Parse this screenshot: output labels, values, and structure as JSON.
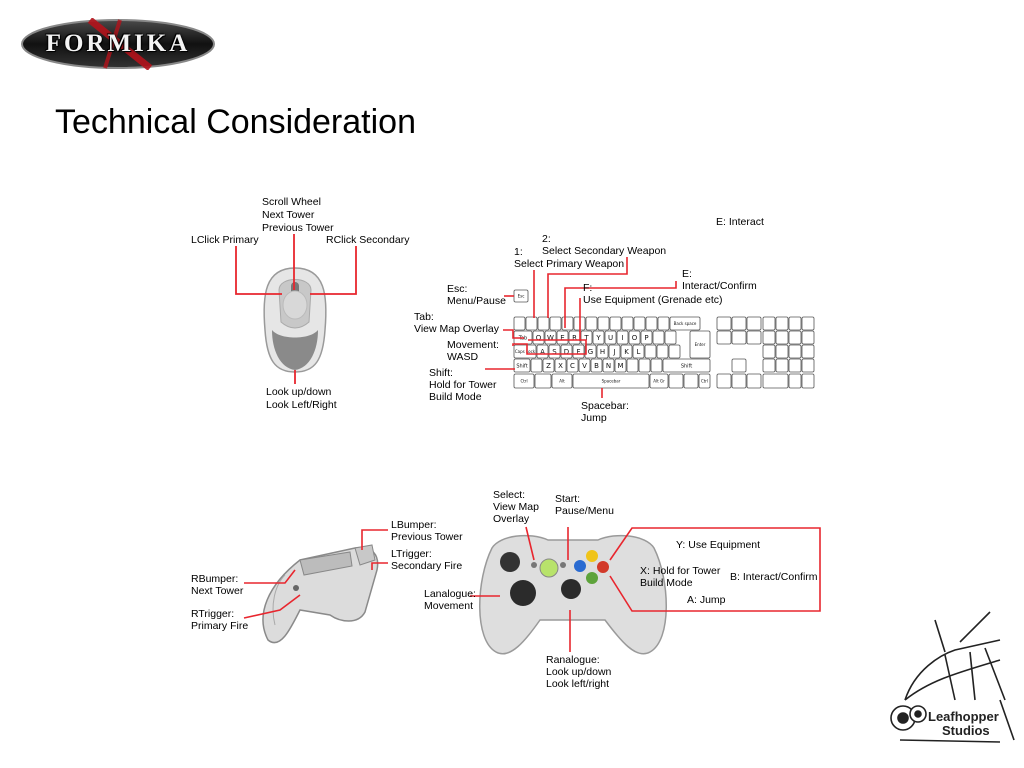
{
  "logo": {
    "text": "FORMIKA"
  },
  "title": "Technical Consideration",
  "mouse": {
    "scroll_wheel": "Scroll Wheel",
    "next_tower": "Next Tower",
    "previous_tower": "Previous Tower",
    "lclick": "LClick Primary",
    "rclick": "RClick Secondary",
    "look_updown": "Look up/down",
    "look_leftright": "Look Left/Right"
  },
  "keyboard": {
    "e_interact_top": "E: Interact",
    "k2_key": "2:",
    "k2_action": "Select Secondary Weapon",
    "k1_key": "1:",
    "k1_action": "Select Primary Weapon",
    "e_key": "E:",
    "e_action": "Interact/Confirm",
    "f_key": "F:",
    "f_action": "Use Equipment (Grenade etc)",
    "esc_key": "Esc:",
    "esc_action": "Menu/Pause",
    "tab_key": "Tab:",
    "tab_action": "View Map Overlay",
    "move_key": "Movement:",
    "move_action": "WASD",
    "shift_key": "Shift:",
    "shift_action1": "Hold for Tower",
    "shift_action2": "Build Mode",
    "space_key": "Spacebar:",
    "space_action": "Jump",
    "keycaps": {
      "row2": [
        "Q",
        "W",
        "E",
        "R",
        "T",
        "Y",
        "U",
        "I",
        "O",
        "P"
      ],
      "row3": [
        "A",
        "S",
        "D",
        "F",
        "G",
        "H",
        "J",
        "K",
        "L"
      ],
      "row4": [
        "Z",
        "X",
        "C",
        "V",
        "B",
        "N",
        "M"
      ],
      "tab": "Tab",
      "caps": "Caps Lock",
      "shift": "Shift",
      "ctrl": "Ctrl",
      "alt": "Alt",
      "spacebar": "Spacebar",
      "altgr": "Alt Gr",
      "esc": "Esc",
      "backspace": "Back space",
      "enter": "Enter"
    }
  },
  "controller_side": {
    "lbumper_key": "LBumper:",
    "lbumper_action": "Previous Tower",
    "ltrigger_key": "LTrigger:",
    "ltrigger_action": "Secondary Fire",
    "rbumper_key": "RBumper:",
    "rbumper_action": "Next Tower",
    "rtrigger_key": "RTrigger:",
    "rtrigger_action": "Primary Fire"
  },
  "controller_front": {
    "select_key": "Select:",
    "select_action1": "View Map",
    "select_action2": "Overlay",
    "start_key": "Start:",
    "start_action": "Pause/Menu",
    "lanalogue_key": "Lanalogue:",
    "lanalogue_action": "Movement",
    "ranalogue_key": "Ranalogue:",
    "ranalogue_action1": "Look up/down",
    "ranalogue_action2": "Look left/right",
    "y_label": "Y: Use Equipment",
    "x_label1": "X: Hold for Tower",
    "x_label2": "Build Mode",
    "b_label": "B:  Interact/Confirm",
    "a_label": "A: Jump"
  },
  "studio": {
    "line1": "Leafhopper",
    "line2": "Studios"
  },
  "colors": {
    "annotation_red": "#e8262e",
    "logo_red": "#b3131b"
  }
}
